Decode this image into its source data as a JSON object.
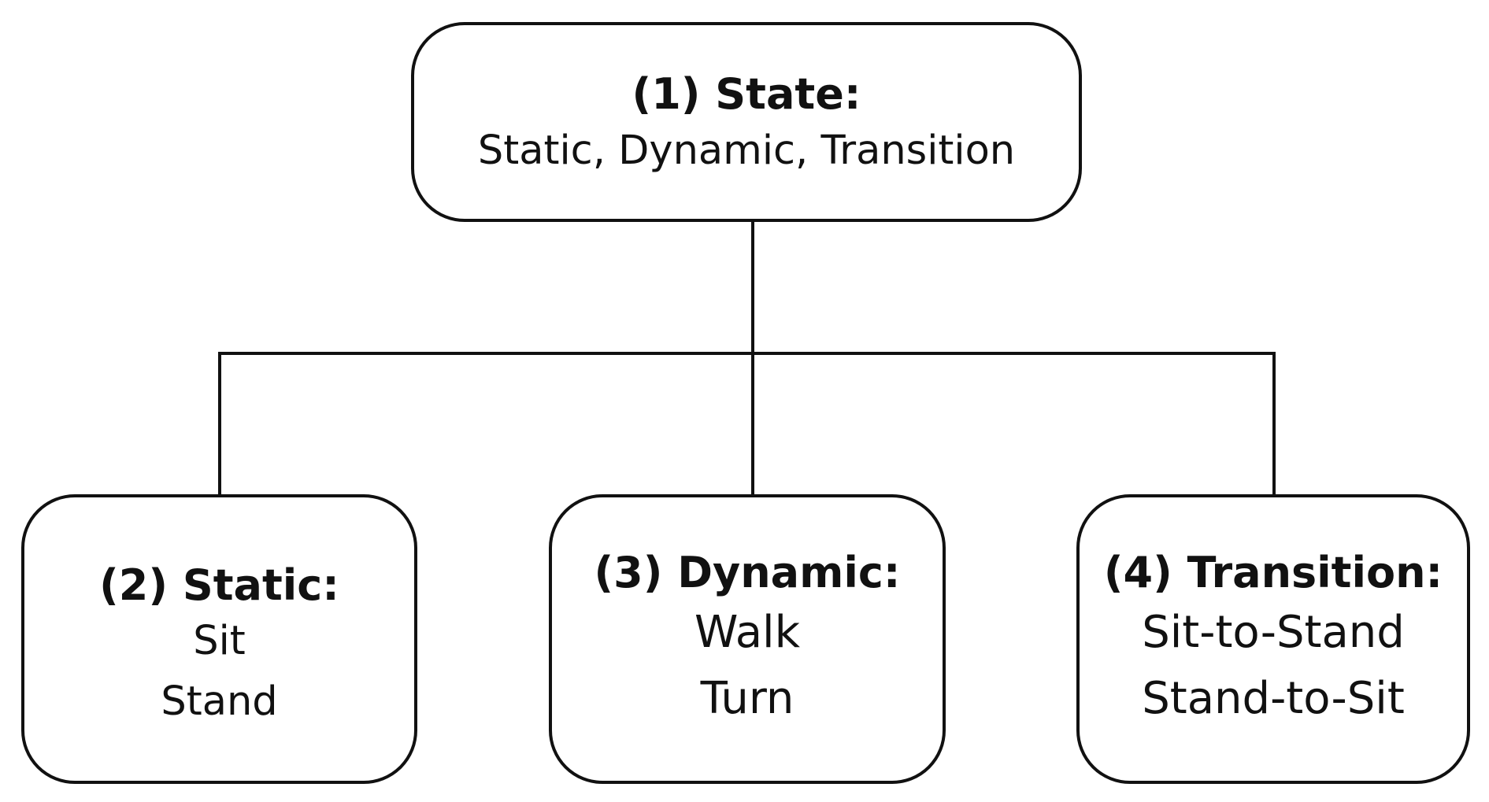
{
  "diagram": {
    "root": {
      "title": "(1) State:",
      "line1": "Static, Dynamic, Transition"
    },
    "children": [
      {
        "title": "(2) Static:",
        "lines": [
          "Sit",
          "Stand"
        ]
      },
      {
        "title": "(3) Dynamic:",
        "lines": [
          "Walk",
          "Turn"
        ]
      },
      {
        "title": "(4) Transition:",
        "lines": [
          "Sit-to-Stand",
          "Stand-to-Sit"
        ]
      }
    ],
    "colors": {
      "stroke": "#111111",
      "fill": "#ffffff",
      "text": "#111111"
    }
  }
}
